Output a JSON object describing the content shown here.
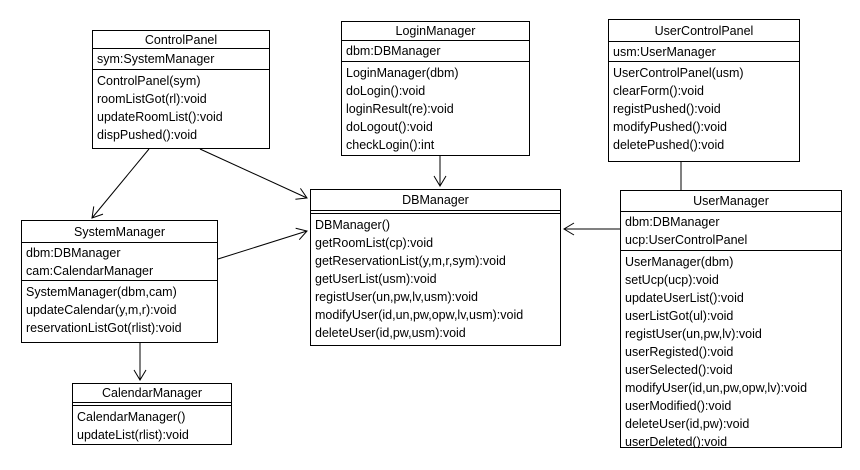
{
  "diagram": {
    "kind": "uml-class-diagram",
    "background_color": "#ffffff",
    "line_color": "#000000",
    "text_color": "#000000",
    "classes": [
      {
        "name": "ControlPanel",
        "attributes": [
          "sym:SystemManager"
        ],
        "methods": [
          "ControlPanel(sym)",
          "roomListGot(rl):void",
          "updateRoomList():void",
          "dispPushed():void"
        ]
      },
      {
        "name": "LoginManager",
        "attributes": [
          "dbm:DBManager"
        ],
        "methods": [
          "LoginManager(dbm)",
          "doLogin():void",
          "loginResult(re):void",
          "doLogout():void",
          "checkLogin():int"
        ]
      },
      {
        "name": "UserControlPanel",
        "attributes": [
          "usm:UserManager"
        ],
        "methods": [
          "UserControlPanel(usm)",
          "clearForm():void",
          "registPushed():void",
          "modifyPushed():void",
          "deletePushed():void"
        ]
      },
      {
        "name": "DBManager",
        "attributes": [],
        "methods": [
          "DBManager()",
          "getRoomList(cp):void",
          "getReservationList(y,m,r,sym):void",
          "getUserList(usm):void",
          "registUser(un,pw,lv,usm):void",
          "modifyUser(id,un,pw,opw,lv,usm):void",
          "deleteUser(id,pw,usm):void"
        ]
      },
      {
        "name": "UserManager",
        "attributes": [
          "dbm:DBManager",
          "ucp:UserControlPanel"
        ],
        "methods": [
          "UserManager(dbm)",
          "setUcp(ucp):void",
          "updateUserList():void",
          "userListGot(ul):void",
          "registUser(un,pw,lv):void",
          "userRegisted():void",
          "userSelected():void",
          "modifyUser(id,un,pw,opw,lv):void",
          "userModified():void",
          "deleteUser(id,pw):void",
          "userDeleted():void"
        ]
      },
      {
        "name": "SystemManager",
        "attributes": [
          "dbm:DBManager",
          "cam:CalendarManager"
        ],
        "methods": [
          "SystemManager(dbm,cam)",
          "updateCalendar(y,m,r):void",
          "reservationListGot(rlist):void"
        ]
      },
      {
        "name": "CalendarManager",
        "attributes": [],
        "methods": [
          "CalendarManager()",
          "updateList(rlist):void"
        ]
      }
    ],
    "connections": [
      {
        "from": "ControlPanel",
        "to": "SystemManager",
        "style": "open-arrow"
      },
      {
        "from": "ControlPanel",
        "to": "DBManager",
        "style": "open-arrow"
      },
      {
        "from": "LoginManager",
        "to": "DBManager",
        "style": "open-arrow"
      },
      {
        "from": "UserControlPanel",
        "to": "UserManager",
        "style": "plain-line"
      },
      {
        "from": "SystemManager",
        "to": "DBManager",
        "style": "open-arrow"
      },
      {
        "from": "SystemManager",
        "to": "CalendarManager",
        "style": "open-arrow"
      },
      {
        "from": "UserManager",
        "to": "DBManager",
        "style": "open-arrow"
      }
    ]
  }
}
